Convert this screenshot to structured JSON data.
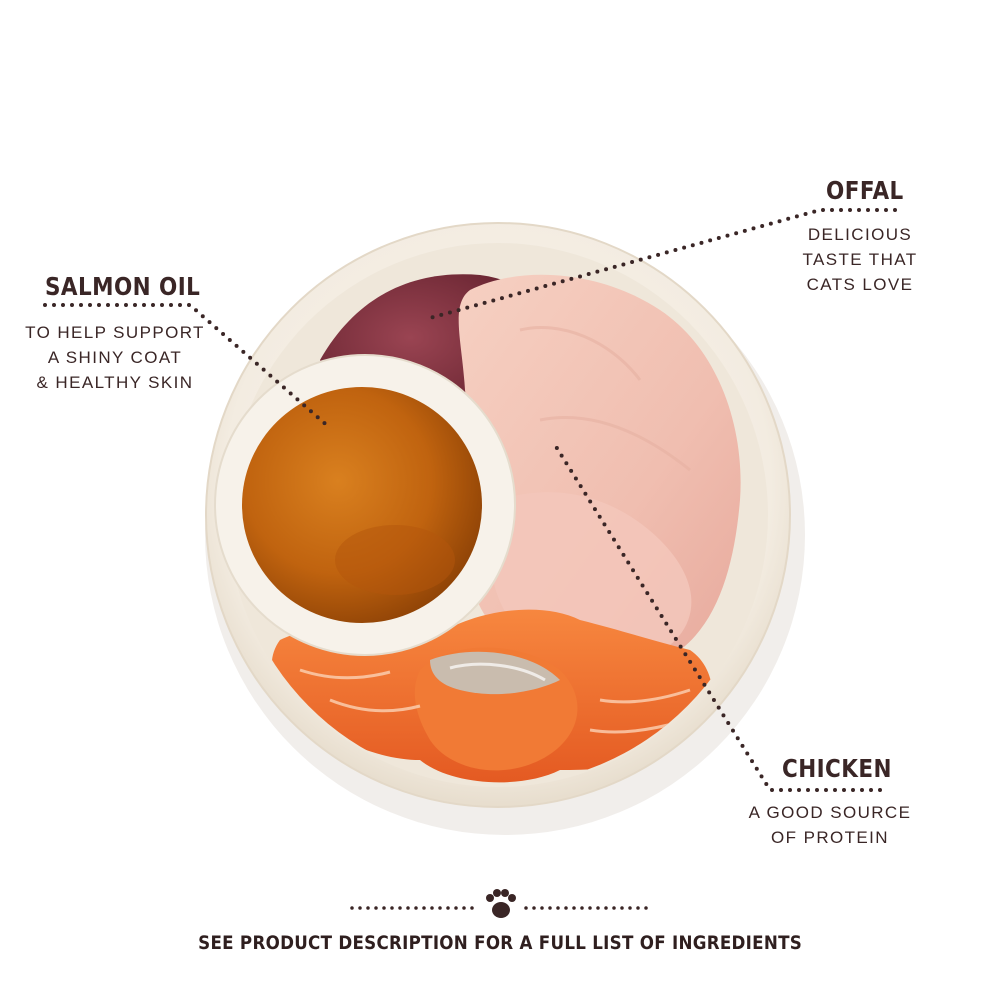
{
  "callouts": {
    "offal": {
      "title": "OFFAL",
      "lines": [
        "DELICIOUS",
        "TASTE THAT",
        "CATS LOVE"
      ]
    },
    "salmon_oil": {
      "title": "SALMON OIL",
      "lines": [
        "TO HELP SUPPORT",
        "A SHINY COAT",
        "& HEALTHY SKIN"
      ]
    },
    "chicken": {
      "title": "CHICKEN",
      "lines": [
        "A GOOD SOURCE",
        "OF PROTEIN"
      ]
    }
  },
  "footer": {
    "text": "SEE PRODUCT DESCRIPTION FOR A FULL LIST OF INGREDIENTS",
    "icon": "paw-icon"
  },
  "colors": {
    "text": "#3a2626",
    "salmon": "#ee6a2c",
    "oil": "#c96a12",
    "bowl": "#f6f0e6"
  }
}
